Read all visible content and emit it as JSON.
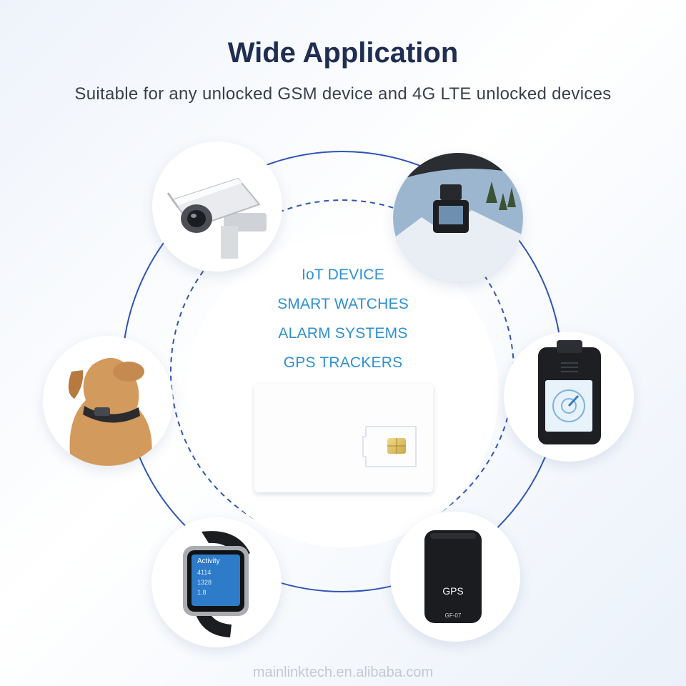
{
  "header": {
    "title": "Wide Application",
    "subtitle": "Suitable for any unlocked GSM device and 4G LTE unlocked devices"
  },
  "categories": [
    "IoT DEVICE",
    "SMART WATCHES",
    "ALARM SYSTEMS",
    "GPS TRACKERS"
  ],
  "devices": {
    "watch_screen_lines": [
      "Activity",
      "4114",
      "1328",
      "1.8"
    ],
    "gps_tracker_label": "GPS",
    "gps_tracker_model": "GF-07"
  },
  "watermark": "mainlinktech.en.alibaba.com",
  "colors": {
    "title": "#1f2e52",
    "accent": "#2e8fd1",
    "ring": "#2f55b3"
  }
}
